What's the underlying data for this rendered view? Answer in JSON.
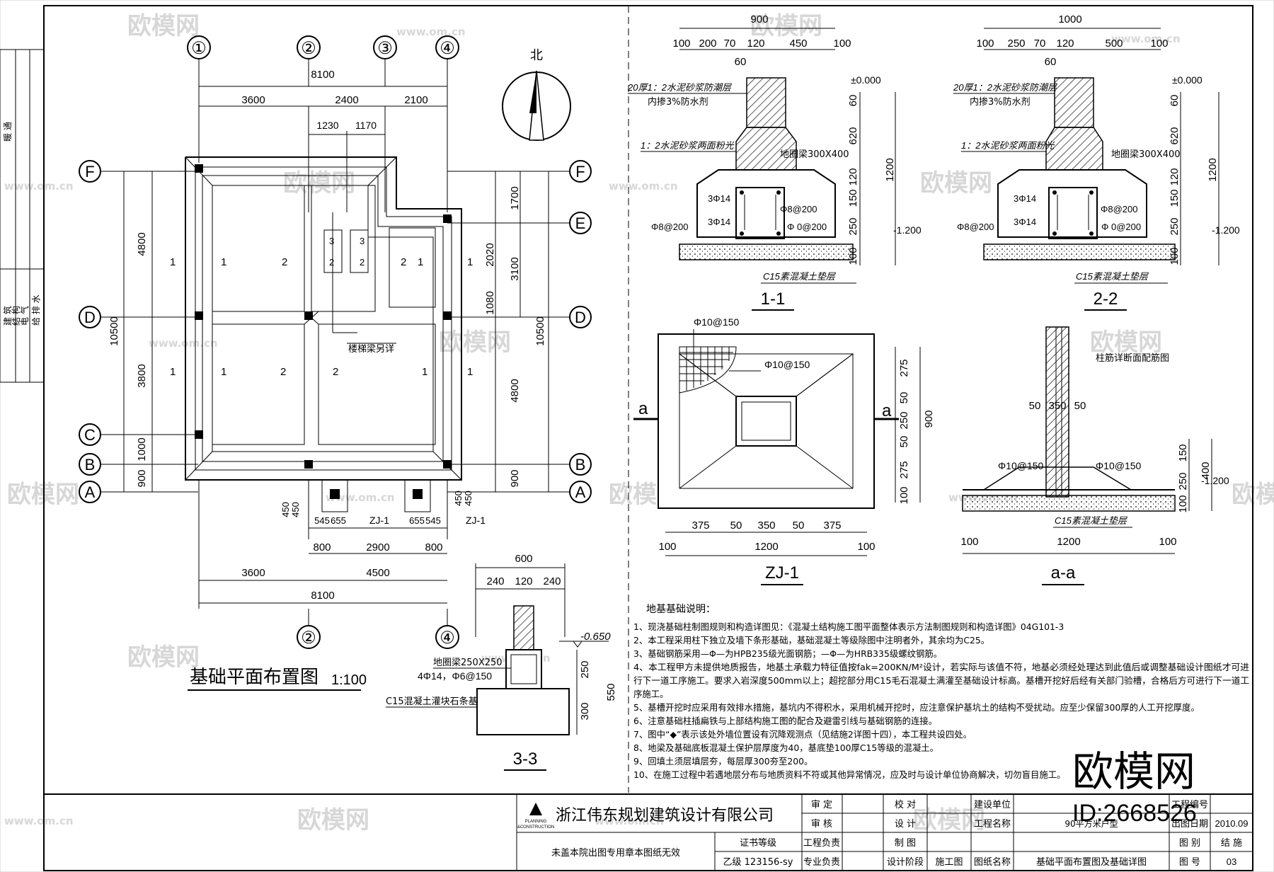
{
  "sidebar": {
    "labels": [
      "暖 通",
      "建 筑",
      "结 构",
      "电 气",
      "给 排 水"
    ]
  },
  "plan": {
    "title": "基础平面布置图",
    "scale": "1:100",
    "axes_top": [
      "①",
      "②",
      "③",
      "④"
    ],
    "axes_bottom": [
      "②",
      "④"
    ],
    "axes_side": [
      "F",
      "E",
      "D",
      "C",
      "B",
      "A"
    ],
    "north": "北",
    "dims_top": [
      "8100",
      "3600",
      "2400",
      "2100",
      "1230",
      "1170"
    ],
    "dims_bottom": [
      "545",
      "655",
      "655",
      "545",
      "800",
      "2900",
      "800",
      "3600",
      "4500",
      "8100"
    ],
    "dims_left": [
      "4800",
      "3800",
      "1000",
      "900",
      "10500"
    ],
    "dims_right": [
      "1700",
      "2020",
      "1080",
      "3100",
      "4800",
      "900",
      "10500"
    ],
    "dims_misc": [
      "450",
      "450",
      "450",
      "450"
    ],
    "beam_labels": [
      "1",
      "2",
      "3"
    ],
    "pile_label": "ZJ-1",
    "stair_note": "楼梯梁另详"
  },
  "s33": {
    "title": "3-3",
    "dims": [
      "600",
      "240",
      "120",
      "240",
      "250",
      "550",
      "300"
    ],
    "level": "-0.650",
    "beam": "地圈梁250X250",
    "rebar": "4Φ14，Φ6@150",
    "base": "C15混凝土灌块石条基"
  },
  "s11": {
    "title": "1-1",
    "top_dims": [
      "900",
      "100",
      "200",
      "70",
      "120",
      "450",
      "100",
      "60"
    ],
    "level_top": "±0.000",
    "level_bottom": "-1.200",
    "note1": "20厚1：2水泥砂浆防潮层",
    "note2": "内掺3%防水剂",
    "note3": "1：2水泥砂浆两面粉光",
    "beam": "地圈梁300X400",
    "rebar_a": "3Φ14",
    "rebar_b": "3Φ14",
    "stir": "Φ8@200",
    "stir2": "Φ8@200",
    "stir3": "Φ 0@200",
    "right_dims": [
      "60",
      "620",
      "120",
      "150",
      "250",
      "100",
      "1200"
    ],
    "base": "C15素混凝土垫层"
  },
  "s22": {
    "title": "2-2",
    "top_dims": [
      "1000",
      "100",
      "250",
      "70",
      "120",
      "500",
      "100",
      "60"
    ],
    "level_top": "±0.000",
    "level_bottom": "-1.200",
    "note1": "20厚1：2水泥砂浆防潮层",
    "note2": "内掺3%防水剂",
    "note3": "1：2水泥砂浆两面粉光",
    "beam": "地圈梁300X400",
    "rebar_a": "3Φ14",
    "rebar_b": "3Φ14",
    "stir": "Φ8@200",
    "stir2": "Φ8@200",
    "stir3": "Φ 0@200",
    "right_dims": [
      "60",
      "620",
      "120",
      "150",
      "250",
      "100",
      "1200"
    ],
    "base": "C15素混凝土垫层"
  },
  "zj1": {
    "title": "ZJ-1",
    "mark": "a",
    "rebar1": "Φ10@150",
    "rebar2": "Φ10@150",
    "bottom_dims": [
      "100",
      "375",
      "50",
      "350",
      "50",
      "375",
      "100",
      "1200"
    ],
    "right_dims": [
      "275",
      "50",
      "250",
      "50",
      "275",
      "100",
      "900"
    ]
  },
  "aa": {
    "title": "a-a",
    "label": "柱筋详断面配筋图",
    "dims": [
      "50",
      "350",
      "50"
    ],
    "rebar1": "Φ10@150",
    "rebar2": "Φ10@150",
    "right_dims": [
      "150",
      "250",
      "100",
      "400"
    ],
    "level": "-1.200",
    "base": "C15素混凝土垫层",
    "bottom_dims": [
      "100",
      "1200",
      "100"
    ]
  },
  "notes": {
    "heading": "地基基础说明：",
    "items": [
      "1、现浇基础柱制图规则和构造详图见：《混凝土结构施工图平面整体表示方法制图规则和构造详图》04G101-3",
      "2、本工程采用柱下独立及墙下条形基础，基础混凝土等级除图中注明者外，其余均为C25。",
      "3、基础钢筋采用—Φ—为HPB235级光面钢筋；—Φ—为HRB335级螺纹钢筋。",
      "4、本工程甲方未提供地质报告，地基土承载力特征值按fak=200KN/M²设计，若实际与该值不符，地基必须经处理达到此值后或调整基础设计图纸才可进",
      "行下一道工序施工。要求入岩深度500mm以上；超挖部分用C15毛石混凝土满灌至基础设计标高。基槽开挖好后经有关部门验槽，合格后方可进行下一道工",
      "序施工。",
      "5、基槽开挖时应采用有效排水措施，基坑内不得积水，采用机械开挖时，应注意保护基坑土的结构不受扰动。应至少保留300厚的人工开挖厚度。",
      "6、注意基础柱插扁铁与上部结构施工图的配合及避雷引线与基础钢筋的连接。",
      "7、图中“◆”表示该处外墙位置设有沉降观测点（见结施2详图十四），本工程共设四处。",
      "8、地梁及基础底板混凝土保护层厚度为40，基底垫100厚C15等级的混凝土。",
      "9、回填土须层填层夯，每层厚300夯至200。",
      "10、在施工过程中若遇地层分布与地质资料不符或其他异常情况，应及时与设计单位协商解决，切勿盲目施工。"
    ]
  },
  "titleblock": {
    "company": "浙江伟东规划建筑设计有限公司",
    "logo_text1": "PLANNING",
    "logo_text2": "&CONSTRUCTION",
    "stamp_note": "未盖本院出图专用章本图纸无效",
    "cert_label": "证书等级",
    "cert_value": "乙级 123156-sy",
    "row1": [
      "审 定",
      "校 对",
      "建设单位",
      "",
      "工程编号",
      ""
    ],
    "row2": [
      "审 核",
      "设 计",
      "工程名称",
      "90平方米户型",
      "出图日期",
      "2010.09"
    ],
    "row3": [
      "工程负责",
      "制 图",
      "",
      "",
      "图 别",
      "结 施"
    ],
    "row4": [
      "专业负责",
      "设计阶段",
      "施工图",
      "图纸名称",
      "基础平面布置图及基础详图",
      "图 号",
      "03"
    ]
  },
  "watermark": {
    "brand": "欧模网",
    "url": "www.om.cn",
    "id": "ID:2668526"
  }
}
